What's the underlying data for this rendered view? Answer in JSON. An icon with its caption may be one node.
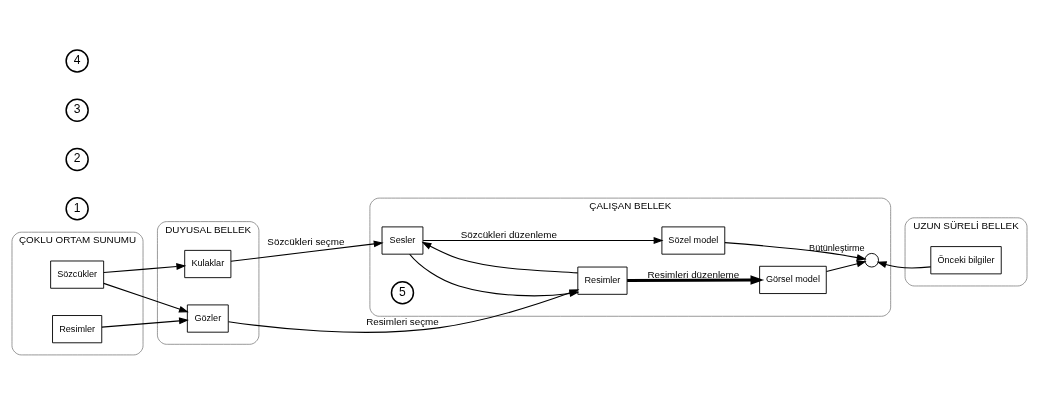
{
  "diagram": {
    "nodes": [
      {
        "text": [
          "ÇOKLU ORTAM SUNUMU"
        ]
      },
      {
        "text": [
          "Sözcükler"
        ],
        "in": 0
      },
      {
        "text": [
          "Resimler"
        ],
        "in": 0
      },
      {
        "text": [
          "DUYUSAL BELLEK"
        ]
      },
      {
        "text": [
          "Kulaklar"
        ],
        "in": 3
      },
      {
        "text": [
          "Gözler"
        ],
        "in": 3
      },
      {
        "text": [
          "ÇALIŞAN BELLEK"
        ]
      },
      {
        "text": [
          "Sesler"
        ],
        "in": 6
      },
      {
        "text": [
          "Resimler"
        ],
        "in": 6
      },
      {
        "text": [
          "Sözel model"
        ],
        "in": 6
      },
      {
        "text": [
          "Görsel model"
        ],
        "in": 6
      },
      {
        "text": [],
        "shape": "circle",
        "in": 6,
        "beside": [
          "Bütünleştirme"
        ]
      },
      {
        "text": [
          "UZUN SÜRELİ BELLEK"
        ]
      },
      {
        "text": [
          "Önceki bilgiler"
        ],
        "in": 12
      },
      {
        "text": [
          "1"
        ]
      },
      {
        "text": [
          "2"
        ]
      },
      {
        "text": [
          "3"
        ]
      },
      {
        "text": [
          "4"
        ]
      },
      {
        "text": [
          "5"
        ],
        "in": 6
      }
    ],
    "edges": [
      {
        "from": 1,
        "to": 4,
        "arrow": "to"
      },
      {
        "from": 1,
        "to": 5,
        "arrow": "to"
      },
      {
        "from": 2,
        "to": 5,
        "arrow": "to"
      },
      {
        "from": 4,
        "to": 7,
        "arrow": "to",
        "label": "Sözcükleri seçme"
      },
      {
        "from": 5,
        "to": 8,
        "arrow": "to",
        "label": "Resimleri seçme"
      },
      {
        "from": 7,
        "to": 8,
        "arrow": "to"
      },
      {
        "from": 8,
        "to": 7,
        "arrow": "to"
      },
      {
        "from": 7,
        "to": 9,
        "arrow": "to",
        "label": "Sözcükleri düzenleme"
      },
      {
        "from": 8,
        "to": 10,
        "arrow": "to",
        "label": "Resimleri düzenleme",
        "style": "thick"
      },
      {
        "from": 9,
        "to": 11,
        "arrow": "to"
      },
      {
        "from": 10,
        "to": 11,
        "arrow": "to"
      },
      {
        "from": 13,
        "to": 11,
        "arrow": "to"
      }
    ]
  }
}
